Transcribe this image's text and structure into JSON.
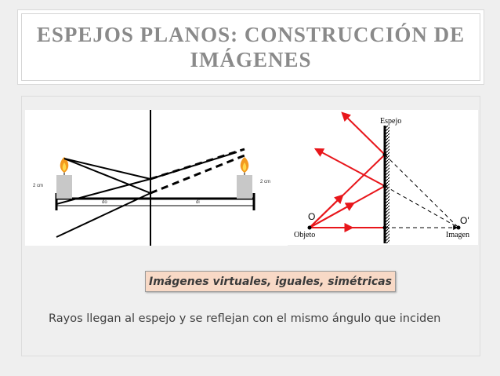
{
  "title": {
    "line1": "ESPEJOS PLANOS: CONSTRUCCIÓN DE",
    "line2": "IMÁGENES"
  },
  "left_figure": {
    "height_label_left": "2 cm",
    "height_label_right": "2 cm",
    "distance_object": "do",
    "distance_image": "di"
  },
  "right_figure": {
    "mirror_label": "Espejo",
    "object_label": "Objeto",
    "image_label": "Imagen",
    "object_point": "O",
    "image_point": "O'"
  },
  "caption": "Imágenes virtuales, iguales, simétricas",
  "body_text": "Rayos llegan al espejo y se reflejan con el mismo ángulo que inciden",
  "colors": {
    "ray_red": "#e8161b",
    "caption_bg": "#f8d9c6",
    "title_text": "#8a8a8a",
    "flame_orange": "#f39a1e",
    "candle_gray": "#c8c8c8"
  }
}
